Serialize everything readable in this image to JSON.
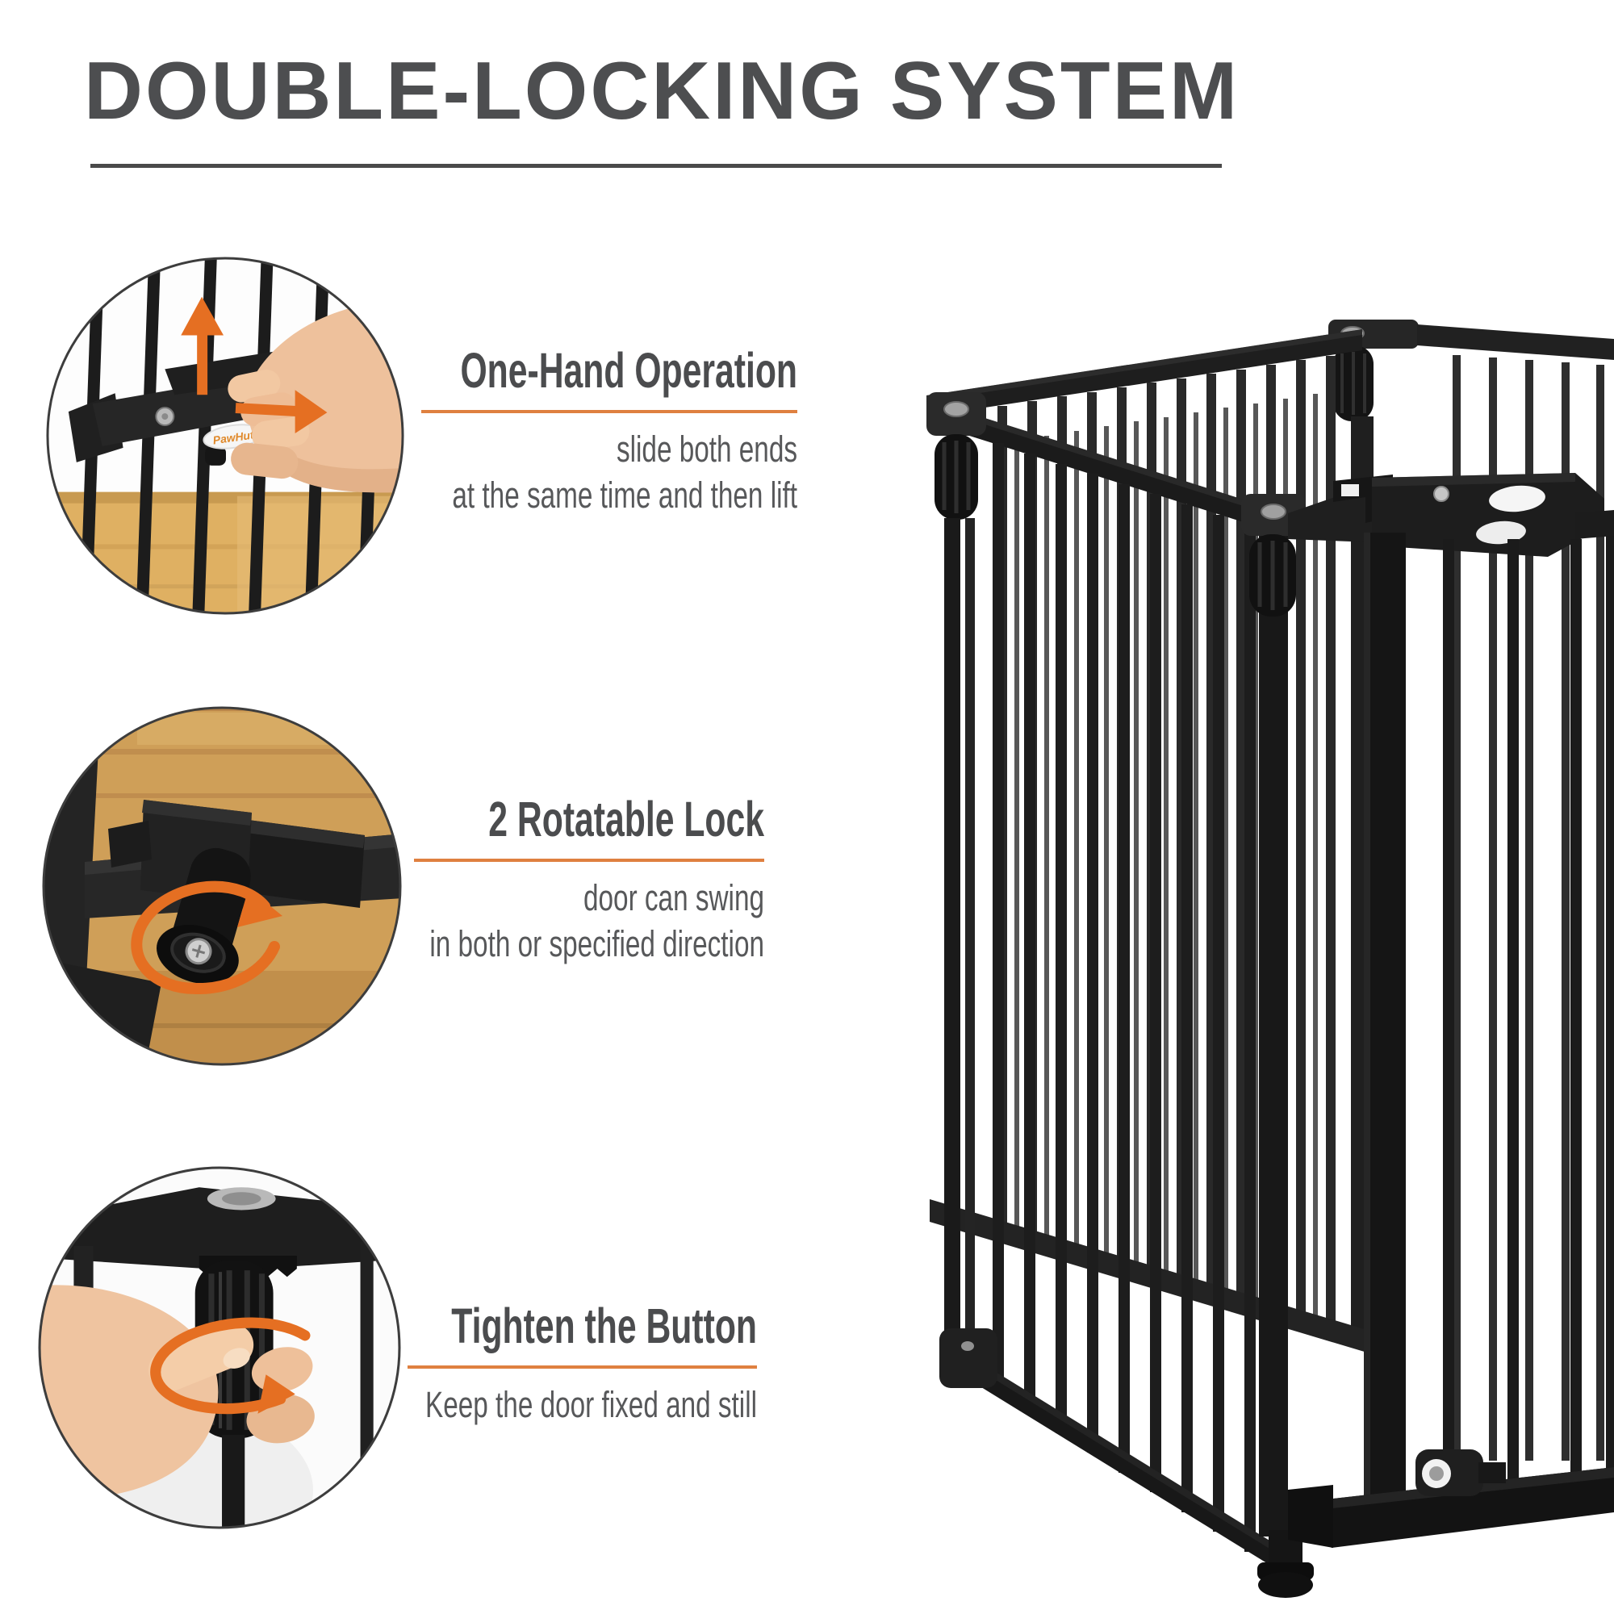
{
  "header": {
    "title": "DOUBLE-LOCKING SYSTEM",
    "title_color": "#4d4e50",
    "underline_color": "#4a4a4a"
  },
  "accent_color": "#E8772E",
  "features": [
    {
      "id": "one-hand-operation",
      "title": "One-Hand Operation",
      "description_lines": [
        "slide both ends",
        "at the same time and then lift"
      ],
      "illustration": "hand-sliding-gate-latch",
      "brand_label": "PawHut"
    },
    {
      "id": "rotatable-lock",
      "title": "2 Rotatable Lock",
      "description_lines": [
        "door can swing",
        "in both or specified direction"
      ],
      "illustration": "rotatable-lock-knob"
    },
    {
      "id": "tighten-button",
      "title": "Tighten the Button",
      "description_lines": [
        "Keep the door fixed and still"
      ],
      "illustration": "hand-tightening-knob"
    }
  ],
  "product": {
    "name": "black metal pet playpen with lockable door",
    "frame_color": "#1e1e1e"
  }
}
